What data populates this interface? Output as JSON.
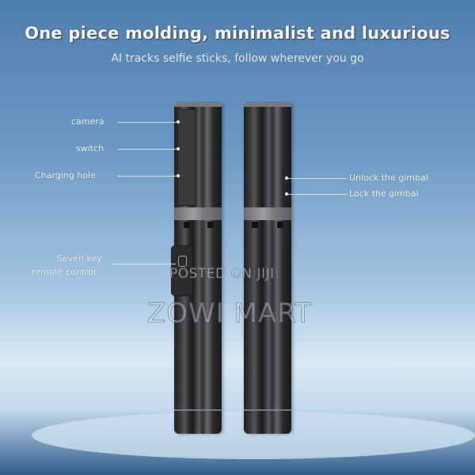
{
  "headline": "One piece molding, minimalist and luxurious",
  "subline": "AI tracks selfie sticks, follow wherever you go",
  "left_labels": [
    {
      "text": "camera"
    },
    {
      "text": "switch"
    },
    {
      "text": "Charging hole"
    }
  ],
  "right_labels": [
    {
      "text": "Unlock the gimbal"
    },
    {
      "text": "Lock the gimbal"
    }
  ],
  "remote_label": {
    "line1": "Seven key",
    "line2": "remote control"
  },
  "watermark": {
    "small": "POSTED ON JIJI",
    "large": "ZOWI MART"
  },
  "colors": {
    "sky_top": "#4f7fae",
    "sky_light": "#d9e9f5",
    "base_dark": "#2f5e8c",
    "stick": "#2a2a2c"
  }
}
